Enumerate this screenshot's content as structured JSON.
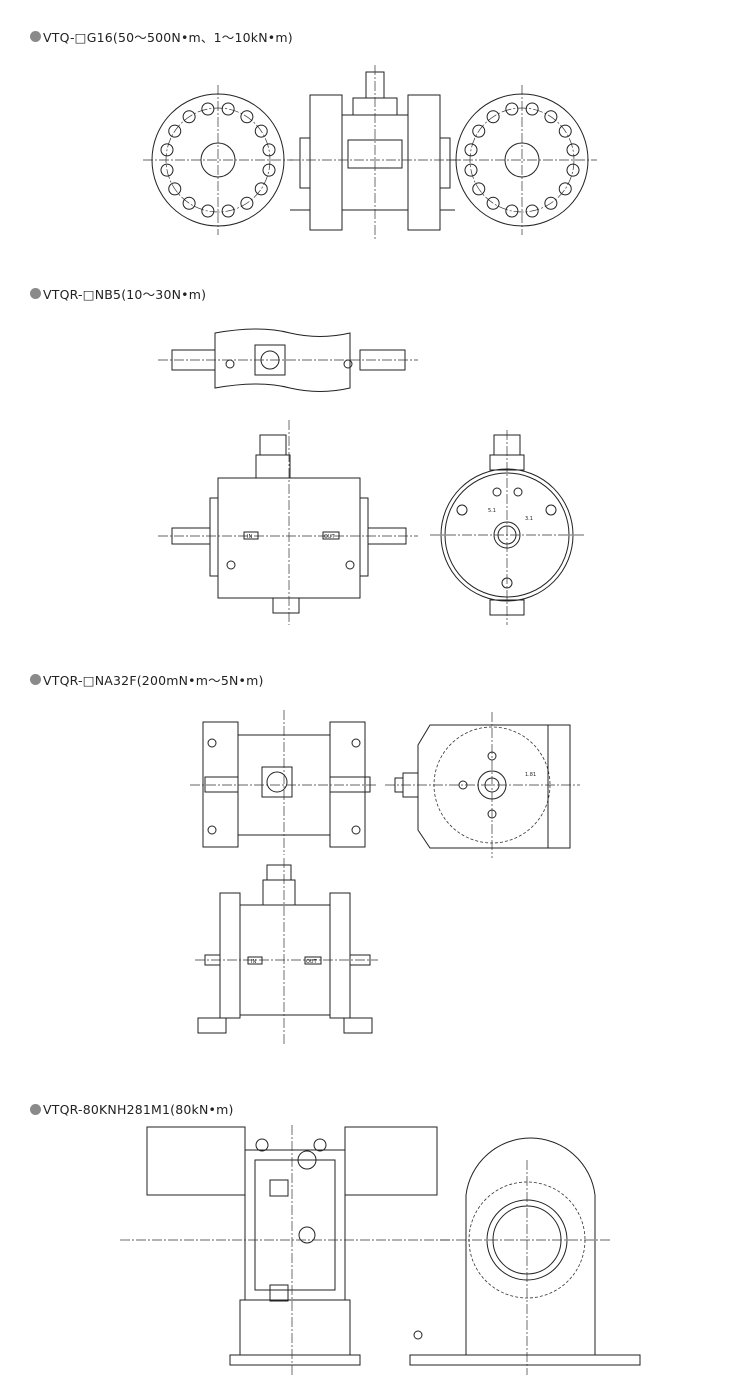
{
  "sections": [
    {
      "title": "VTQ-□G16(50〜500N•m、1〜10kN•m)"
    },
    {
      "title": "VTQR-□NB5(10〜30N•m)",
      "labels": {
        "in": "IN",
        "out": "OUT",
        "dim1": "5.1",
        "dim2": "3.1"
      }
    },
    {
      "title": "VTQR-□NA32F(200mN•m〜5N•m)",
      "labels": {
        "in": "IN",
        "out": "OUT",
        "dim1": "1.81"
      }
    },
    {
      "title": "VTQR-80KNH281M1(80kN•m)"
    }
  ],
  "colors": {
    "bullet": "#8a8a8a",
    "line": "#222222"
  }
}
